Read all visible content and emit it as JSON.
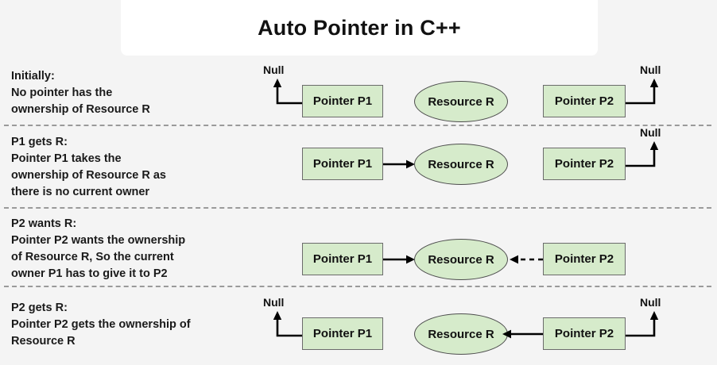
{
  "header": {
    "title": "Auto Pointer in C++"
  },
  "theme": {
    "background": "#f4f4f4",
    "title_card_bg": "#ffffff",
    "node_fill": "#d6ebcb",
    "node_border": "#6b6b6b",
    "text_color": "#111111",
    "separator_color": "#9a9a9a",
    "arrow_color": "#000000"
  },
  "labels": {
    "pointer_p1": "Pointer P1",
    "pointer_p2": "Pointer P2",
    "resource_r": "Resource R",
    "null": "Null"
  },
  "rows": [
    {
      "id": "initially",
      "heading": "Initially:",
      "description_lines": [
        "No pointer has the",
        "ownership of Resource R"
      ],
      "p1_points_to": "Null",
      "p2_points_to": "Null",
      "resource_owner": "none",
      "arrows": [
        {
          "name": "p1-null-arrow",
          "from": "Pointer P1",
          "to": "Null",
          "style": "solid"
        },
        {
          "name": "p2-null-arrow",
          "from": "Pointer P2",
          "to": "Null",
          "style": "solid"
        }
      ]
    },
    {
      "id": "p1-gets-r",
      "heading": "P1 gets R:",
      "description_lines": [
        "Pointer P1 takes the",
        "ownership of Resource R as",
        "there is no current owner"
      ],
      "p1_points_to": "Resource R",
      "p2_points_to": "Null",
      "resource_owner": "Pointer P1",
      "arrows": [
        {
          "name": "p1-to-resource-arrow",
          "from": "Pointer P1",
          "to": "Resource R",
          "style": "solid"
        },
        {
          "name": "p2-null-arrow",
          "from": "Pointer P2",
          "to": "Null",
          "style": "solid"
        }
      ]
    },
    {
      "id": "p2-wants-r",
      "heading": "P2 wants R:",
      "description_lines": [
        "Pointer P2 wants the ownership",
        "of Resource R, So the current",
        "owner P1 has to give it to P2"
      ],
      "p1_points_to": "Resource R",
      "p2_points_to": "Resource R",
      "resource_owner": "Pointer P1",
      "arrows": [
        {
          "name": "p1-to-resource-arrow",
          "from": "Pointer P1",
          "to": "Resource R",
          "style": "solid"
        },
        {
          "name": "p2-to-resource-arrow",
          "from": "Pointer P2",
          "to": "Resource R",
          "style": "dashed"
        }
      ]
    },
    {
      "id": "p2-gets-r",
      "heading": "P2 gets R:",
      "description_lines": [
        "Pointer P2 gets the ownership of",
        "Resource R"
      ],
      "p1_points_to": "Null",
      "p2_points_to": "Resource R",
      "resource_owner": "Pointer P2",
      "arrows": [
        {
          "name": "p1-null-arrow",
          "from": "Pointer P1",
          "to": "Null",
          "style": "solid"
        },
        {
          "name": "p2-to-resource-arrow",
          "from": "Pointer P2",
          "to": "Resource R",
          "style": "solid"
        }
      ]
    }
  ]
}
